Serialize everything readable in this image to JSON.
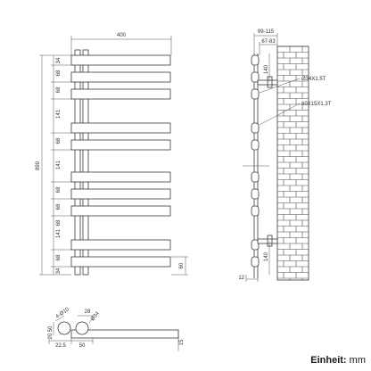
{
  "front_view": {
    "width_label": "400",
    "height_label": "899",
    "dims": [
      "34",
      "68",
      "68",
      "141",
      "68",
      "141",
      "68",
      "68",
      "68",
      "141",
      "68",
      "34"
    ],
    "right_dim": "60"
  },
  "side_view": {
    "depth_top": "99-115",
    "depth_inner": "67-83",
    "bracket_top": "140",
    "bracket_bottom": "140",
    "pipe_round": "Ø34X1.5T",
    "pipe_rect": "60X15X1.3T",
    "bottom_left": "12"
  },
  "plan_view": {
    "tube_label": "4-Ø10",
    "dim_28": "28",
    "dim_34": "Ø34",
    "dim_50_v": "50",
    "dim_20": "20",
    "dim_22_5": "22.5",
    "dim_50_h": "50",
    "dim_15": "15"
  },
  "unit": {
    "label": "Einheit:",
    "value": "mm"
  }
}
